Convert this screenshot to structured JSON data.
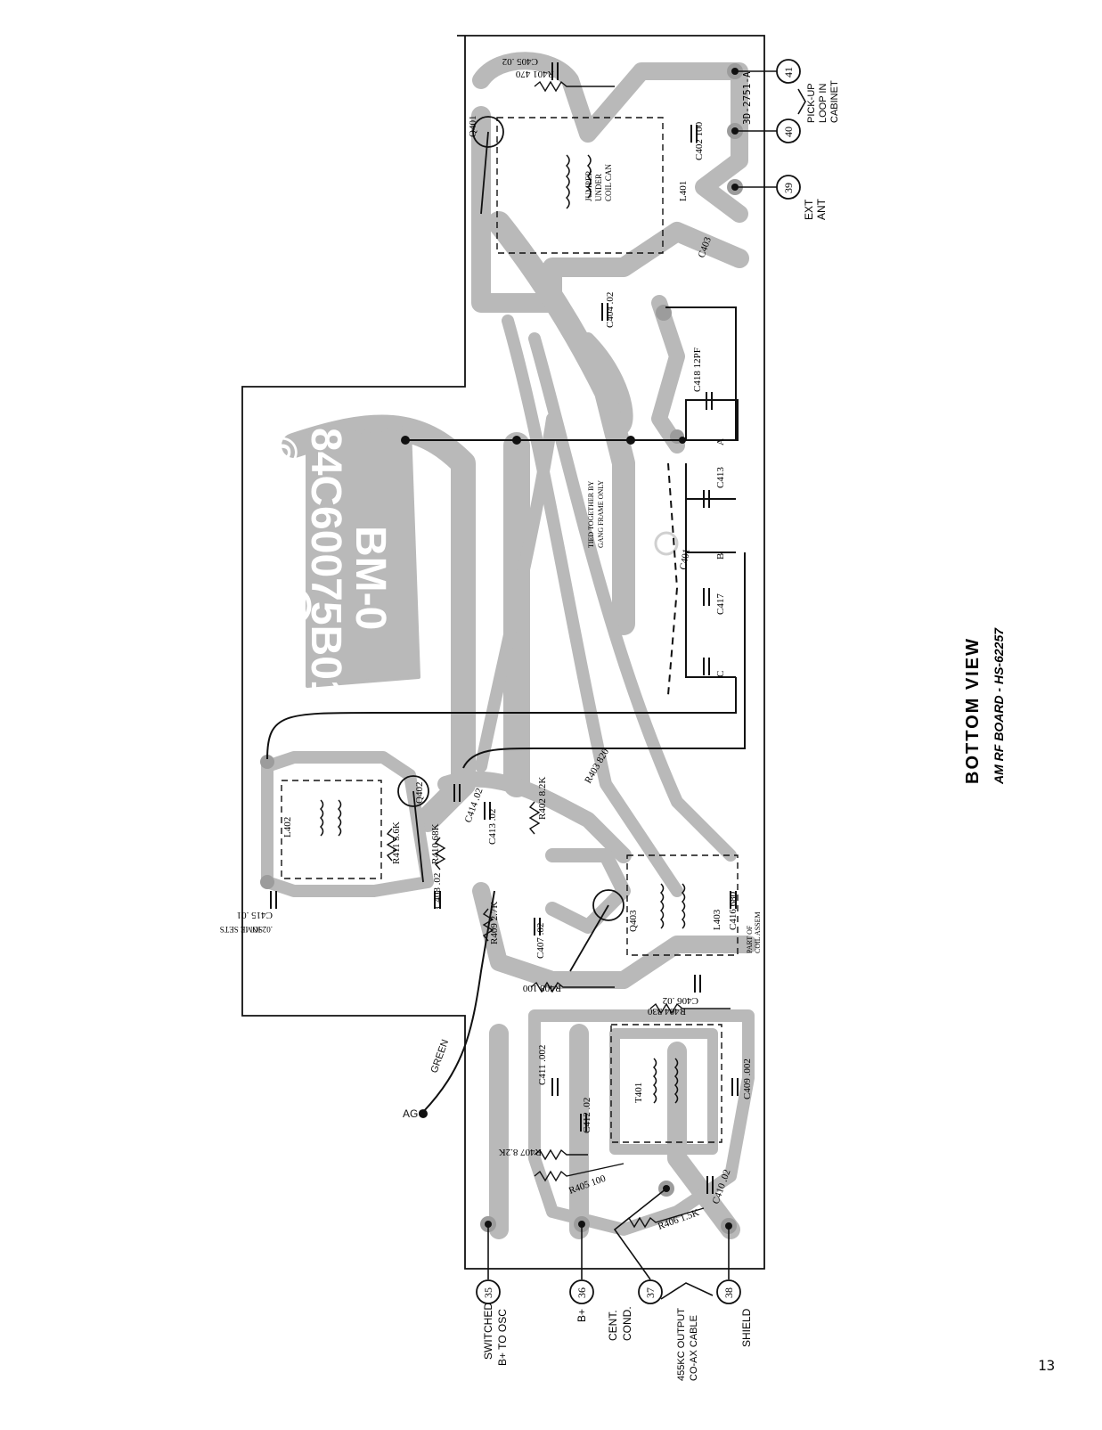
{
  "caption": {
    "title": "BOTTOM VIEW",
    "subtitle": "AM RF BOARD - HS-62257"
  },
  "page_number": "13",
  "board": {
    "board_marking": "BM-0",
    "part_number": "84C60075B01",
    "copyright": "©1966",
    "drawing_number": "3D-2751-A"
  },
  "terminals": [
    {
      "id": "t35",
      "number": "35",
      "label_lines": [
        "SWITCHED",
        "B+ TO OSC"
      ]
    },
    {
      "id": "t36",
      "number": "36",
      "label_lines": [
        "B+"
      ]
    },
    {
      "id": "t37",
      "number": "37",
      "label_lines": [
        "CENT.",
        "COND."
      ]
    },
    {
      "id": "t38",
      "number": "38",
      "label_lines": [
        "SHIELD"
      ]
    },
    {
      "id": "t39",
      "number": "39",
      "label_lines": [
        "EXT",
        "ANT"
      ]
    },
    {
      "id": "t40",
      "number": "40",
      "label_lines": []
    },
    {
      "id": "t41",
      "number": "41",
      "label_lines": []
    }
  ],
  "notes": {
    "pickup_loop": [
      "PICK-UP",
      "LOOP IN",
      "CABINET"
    ],
    "output_cable": [
      "455KC OUTPUT",
      "CO-AX CABLE"
    ],
    "agc": "AGC",
    "green": "GREEN",
    "jumper": [
      "JUMPER",
      "UNDER",
      "COIL CAN"
    ],
    "gang_tie": [
      "TIED TOGETHER BY",
      "GANG FRAME ONLY"
    ],
    "part_of_coil": [
      "PART OF",
      "COIL ASSEM"
    ],
    "some_sets": [
      ".02 IN",
      "SOME SETS"
    ]
  },
  "components": {
    "resistors": [
      {
        "ref": "R401",
        "value": "470"
      },
      {
        "ref": "R402",
        "value": "8.2K"
      },
      {
        "ref": "R403",
        "value": "820"
      },
      {
        "ref": "R404",
        "value": "330"
      },
      {
        "ref": "R405",
        "value": "100"
      },
      {
        "ref": "R406",
        "value": "1.5K"
      },
      {
        "ref": "R407",
        "value": "8.2K"
      },
      {
        "ref": "R408",
        "value": "100"
      },
      {
        "ref": "R409",
        "value": "2.7K"
      },
      {
        "ref": "R410",
        "value": "68K"
      },
      {
        "ref": "R411",
        "value": "5.6K"
      }
    ],
    "capacitors": [
      {
        "ref": "C405",
        "value": ".02"
      },
      {
        "ref": "C402",
        "value": "100"
      },
      {
        "ref": "C403",
        "value": ""
      },
      {
        "ref": "C404",
        "value": ".02"
      },
      {
        "ref": "C418",
        "value": "12PF"
      },
      {
        "ref": "C413",
        "value": ""
      },
      {
        "ref": "C401",
        "value": ""
      },
      {
        "ref": "C417",
        "value": ""
      },
      {
        "ref": "C414",
        "value": ".02"
      },
      {
        "ref": "C413",
        "value": ".02"
      },
      {
        "ref": "C408",
        "value": ".02"
      },
      {
        "ref": "C415",
        "value": ".01"
      },
      {
        "ref": "C407",
        "value": ".02"
      },
      {
        "ref": "C416",
        "value": "680"
      },
      {
        "ref": "C406",
        "value": ".02"
      },
      {
        "ref": "C411",
        "value": ".002"
      },
      {
        "ref": "C412",
        "value": ".02"
      },
      {
        "ref": "C409",
        "value": ".002"
      },
      {
        "ref": "C410",
        "value": ".02"
      }
    ],
    "transistors": [
      "Q401",
      "Q402",
      "Q403"
    ],
    "coils": [
      "L401",
      "L402",
      "L403",
      "T401"
    ],
    "gang_sections": [
      "A",
      "B",
      "C"
    ]
  }
}
